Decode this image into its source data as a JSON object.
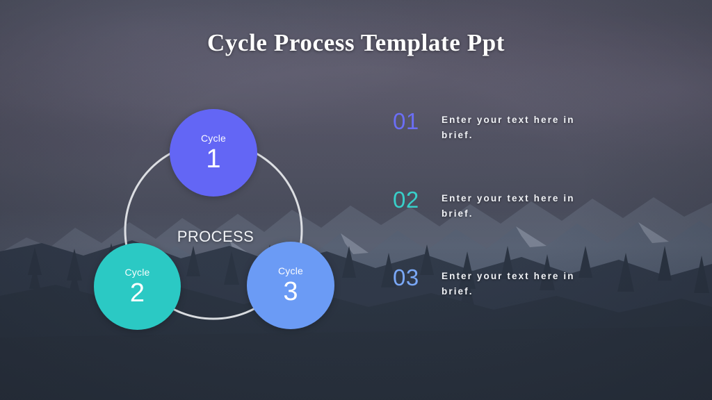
{
  "slide": {
    "title": "Cycle Process Template Ppt",
    "background_description": "mountain-landscape-photo"
  },
  "diagram": {
    "center_label": "PROCESS",
    "ring_color": "#e8eaee",
    "nodes": [
      {
        "label": "Cycle",
        "number": "1",
        "color": "#6366f5"
      },
      {
        "label": "Cycle",
        "number": "2",
        "color": "#2bc9c4"
      },
      {
        "label": "Cycle",
        "number": "3",
        "color": "#6b9bf5"
      }
    ]
  },
  "list": {
    "items": [
      {
        "number": "01",
        "text": "Enter your text here in brief.",
        "color": "#6b6ef5"
      },
      {
        "number": "02",
        "text": "Enter your text here in brief.",
        "color": "#38cfc9"
      },
      {
        "number": "03",
        "text": "Enter your text here in brief.",
        "color": "#7aa8f7"
      }
    ]
  }
}
